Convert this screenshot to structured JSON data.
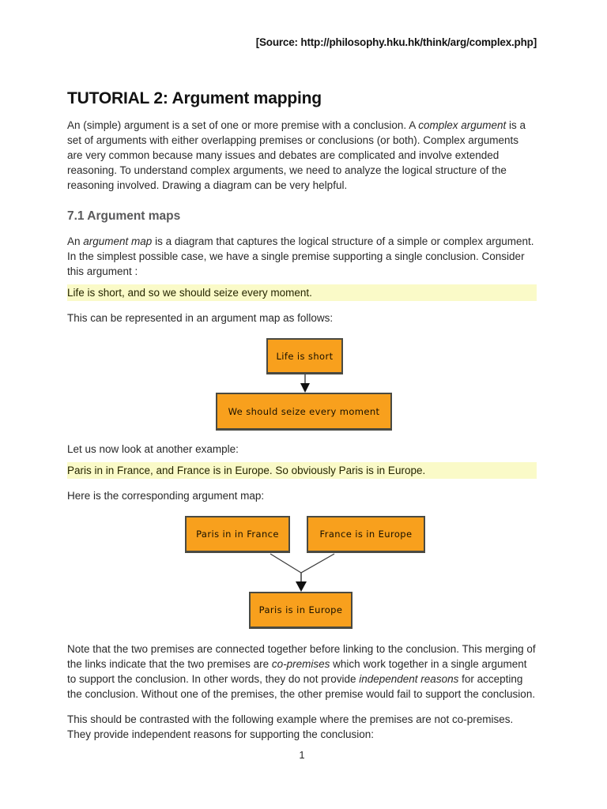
{
  "page": {
    "source": "[Source: http://philosophy.hku.hk/think/arg/complex.php]",
    "title": "TUTORIAL 2: Argument mapping",
    "page_number": "1"
  },
  "colors": {
    "box_fill": "#f8a01d",
    "box_border": "#4a4a42",
    "highlight": "#fafac8"
  },
  "intro": {
    "runs": [
      "An (simple) argument is a set of one or more premise with a conclusion. A ",
      "complex argument",
      " is a set of arguments with either overlapping premises or conclusions (or both). Complex arguments are very common because many issues and debates are complicated and involve extended reasoning. To understand complex arguments, we need to analyze the logical structure of the reasoning involved. Drawing a diagram can be very helpful."
    ]
  },
  "section": {
    "heading": "7.1 Argument maps",
    "runs": [
      "An ",
      "argument map",
      " is a diagram that captures the logical structure of a simple or complex argument. In the simplest possible case, we have a single premise supporting a single conclusion. Consider this argument :"
    ]
  },
  "example1": {
    "highlight": "Life is short, and so we should seize every moment.",
    "caption": "This can be represented in an argument map as follows:",
    "premise": "Life is short",
    "conclusion": "We should seize every moment"
  },
  "example2": {
    "intro": "Let us now look at another example:",
    "highlight": "Paris in in France, and France is in Europe. So obviously Paris is in Europe.",
    "caption": "Here is the corresponding argument map:",
    "premise1": "Paris in in France",
    "premise2": "France is in Europe",
    "conclusion": "Paris is in Europe"
  },
  "note": {
    "runs": [
      "Note that the two premises are connected together before linking to the conclusion. This merging of the links indicate that the two premises are ",
      "co-premises",
      " which work together in a single argument to support the conclusion. In other words, they do not provide ",
      "independent reasons",
      " for accepting the conclusion. Without one of the premises, the other premise would fail to support the conclusion."
    ]
  },
  "contrast": "This should be contrasted with the following example where the premises are not co-premises. They provide independent reasons for supporting the conclusion:"
}
